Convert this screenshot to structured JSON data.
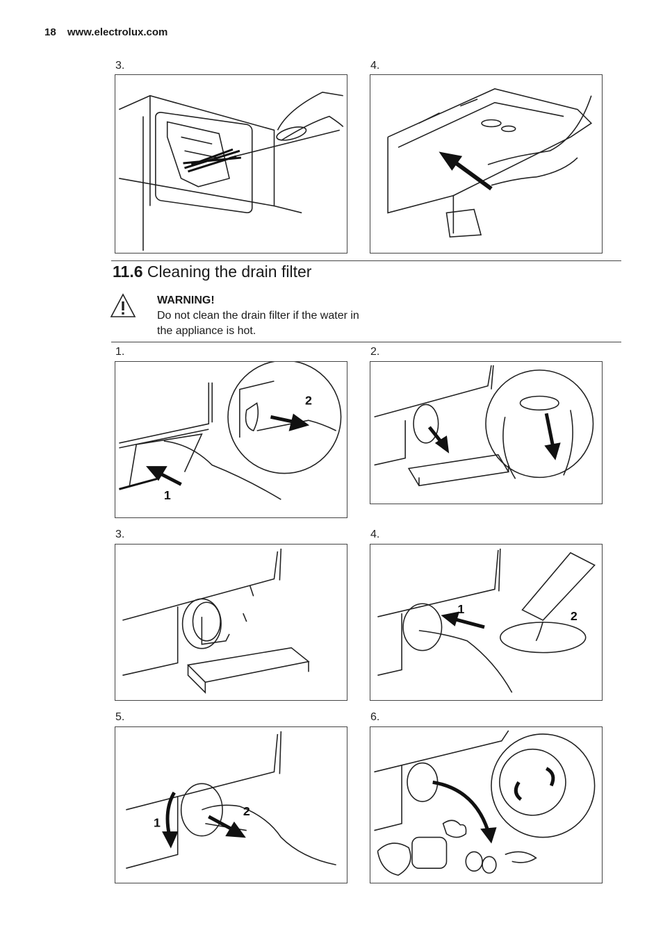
{
  "header": {
    "page_number": "18",
    "website": "www.electrolux.com"
  },
  "top_steps": [
    {
      "number": "3."
    },
    {
      "number": "4."
    }
  ],
  "section": {
    "number": "11.6",
    "title": "Cleaning the drain filter"
  },
  "warning": {
    "icon": "warning-triangle-icon",
    "title": "WARNING!",
    "text": "Do not clean the drain filter if the water in the appliance is hot."
  },
  "drain_steps": [
    {
      "number": "1.",
      "labels": [
        "1",
        "2"
      ]
    },
    {
      "number": "2."
    },
    {
      "number": "3."
    },
    {
      "number": "4.",
      "labels": [
        "1",
        "2"
      ]
    },
    {
      "number": "5.",
      "labels": [
        "1",
        "2"
      ]
    },
    {
      "number": "6."
    }
  ]
}
